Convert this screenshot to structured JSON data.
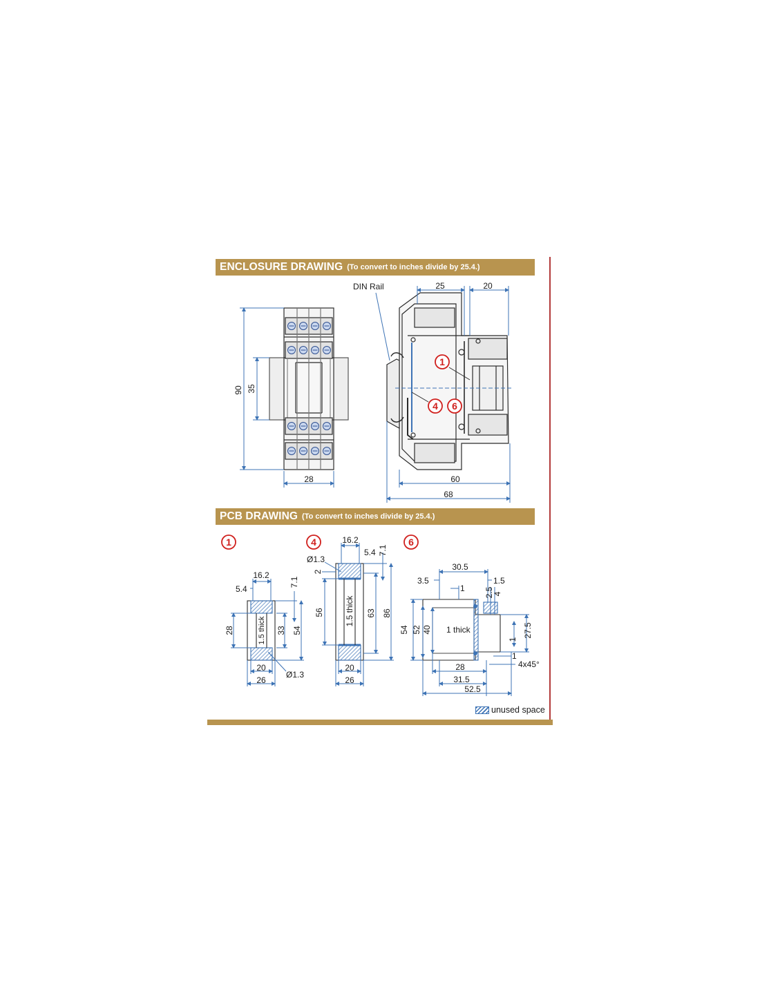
{
  "sections": {
    "enclosure": {
      "title": "ENCLOSURE DRAWING",
      "note": "(To convert to inches divide by 25.4.)"
    },
    "pcb": {
      "title": "PCB DRAWING",
      "note": "(To convert to inches divide by 25.4.)"
    }
  },
  "enclosure": {
    "din_rail_label": "DIN Rail",
    "dims": {
      "height": "90",
      "rail": "35",
      "width": "28",
      "top_left": "25",
      "top_right": "20",
      "depth_inner": "60",
      "depth_total": "68"
    },
    "callouts": [
      "1",
      "4",
      "6"
    ]
  },
  "pcb1": {
    "callout": "1",
    "dims": {
      "top": "16.2",
      "left_offset": "5.4",
      "right_offset": "7.1",
      "left_h": "28",
      "center_h": "33",
      "right_h": "54",
      "bottom_inner": "20",
      "bottom_outer": "26",
      "hole": "Ø1.3"
    },
    "thickness": "1.5 thick"
  },
  "pcb4": {
    "callout": "4",
    "dims": {
      "top": "16.2",
      "offset_a": "5.4",
      "offset_b": "7.1",
      "hole": "Ø1.3",
      "edge": "2",
      "left_h": "56",
      "inner_h": "63",
      "outer_h": "86",
      "bottom_inner": "20",
      "bottom_outer": "26"
    },
    "thickness": "1.5 thick"
  },
  "pcb6": {
    "callout": "6",
    "dims": {
      "top": "30.5",
      "left_top": "3.5",
      "right_top": "1.5",
      "notch": "1",
      "d25": "2.5",
      "d4": "4",
      "h54": "54",
      "h52": "52",
      "h40": "40",
      "h275": "27.5",
      "r1": "1",
      "b1": "1",
      "chamfer": "4x45°",
      "b28": "28",
      "b315": "31.5",
      "b525": "52.5"
    },
    "thickness": "1 thick"
  },
  "legend": {
    "label": "unused space"
  },
  "colors": {
    "banner": "#b8944f",
    "callout": "#d0201d",
    "dimension": "#3d73b5",
    "rule": "#b23a3a"
  }
}
